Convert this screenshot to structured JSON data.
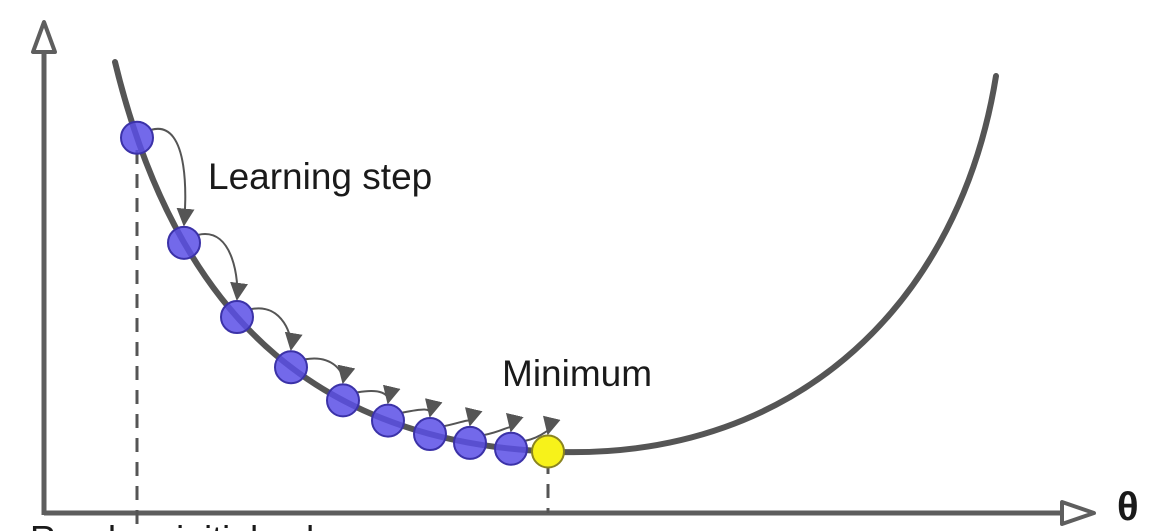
{
  "labels": {
    "learning_step": "Learning step",
    "minimum": "Minimum",
    "axis_x": "θ",
    "random_init": "Random initial value"
  },
  "steps": [
    {
      "theta": 137,
      "type": "step"
    },
    {
      "theta": 184,
      "type": "step"
    },
    {
      "theta": 237,
      "type": "step"
    },
    {
      "theta": 291,
      "type": "step"
    },
    {
      "theta": 343,
      "type": "step"
    },
    {
      "theta": 388,
      "type": "step"
    },
    {
      "theta": 430,
      "type": "step"
    },
    {
      "theta": 470,
      "type": "step"
    },
    {
      "theta": 511,
      "type": "step"
    },
    {
      "theta": 548,
      "type": "minimum"
    }
  ],
  "colors": {
    "axis": "#5e5e5e",
    "curve": "#555555",
    "step_fill": "#5a4fe6",
    "step_stroke": "#3b32a8",
    "minimum_fill": "#f7f21a",
    "minimum_stroke": "#8a8420",
    "arrow": "#555555",
    "dashed": "#555555"
  }
}
